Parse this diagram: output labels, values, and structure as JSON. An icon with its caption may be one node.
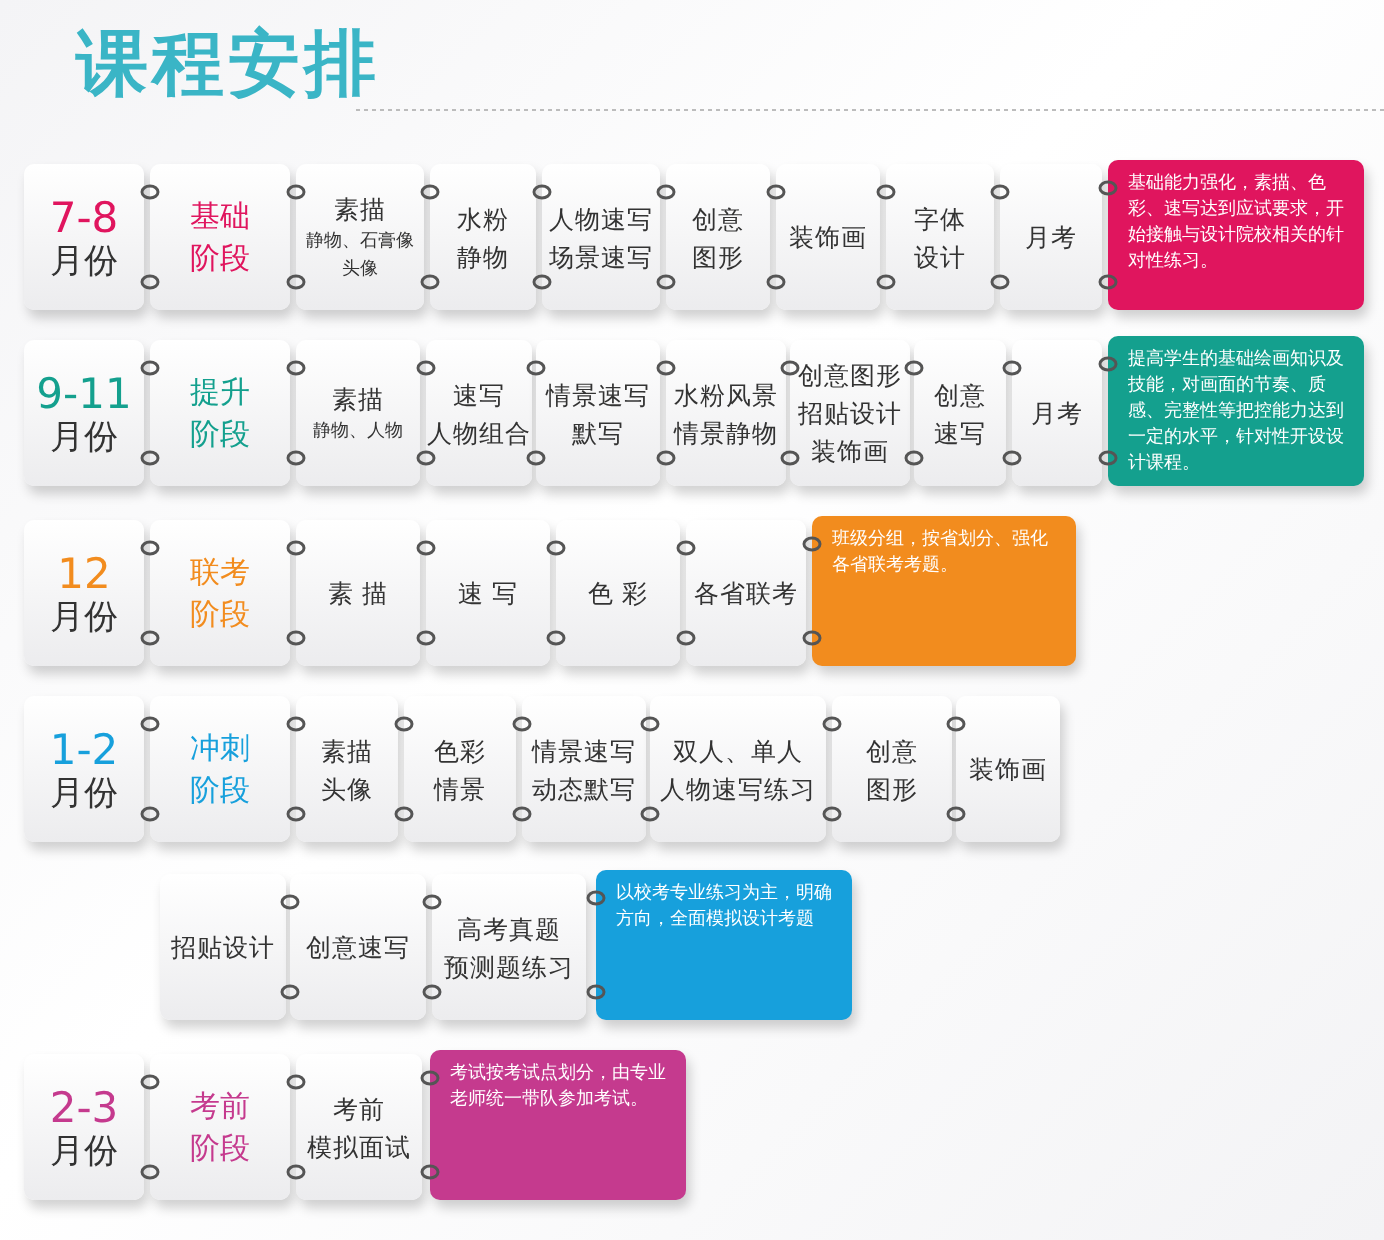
{
  "diagram": {
    "title": "课程安排",
    "nodes": [
      {
        "text": [
          "7-8",
          "月份"
        ]
      },
      {
        "text": [
          "基础阶段"
        ]
      },
      {
        "text": [
          "素描",
          "静物、石膏像头像"
        ]
      },
      {
        "text": [
          "水粉静物"
        ]
      },
      {
        "text": [
          "人物速写",
          "场景速写"
        ]
      },
      {
        "text": [
          "创意图形"
        ]
      },
      {
        "text": [
          "装饰画"
        ]
      },
      {
        "text": [
          "字体设计"
        ]
      },
      {
        "text": [
          "月考"
        ]
      },
      {
        "text": [
          "基础能力强化，素描、色彩、速写达到应试要求，开始接触与设计院校相关的针对性练习。"
        ]
      },
      {
        "text": [
          "9-11",
          "月份"
        ]
      },
      {
        "text": [
          "提升阶段"
        ]
      },
      {
        "text": [
          "素描",
          "静物、人物"
        ]
      },
      {
        "text": [
          "速写",
          "人物组合"
        ]
      },
      {
        "text": [
          "情景速写",
          "默写"
        ]
      },
      {
        "text": [
          "水粉风景",
          "情景静物"
        ]
      },
      {
        "text": [
          "创意图形",
          "招贴设计",
          "装饰画"
        ]
      },
      {
        "text": [
          "创意速写"
        ]
      },
      {
        "text": [
          "月考"
        ]
      },
      {
        "text": [
          "提高学生的基础绘画知识及技能，对画面的节奏、质感、完整性等把控能力达到一定的水平，针对性开设设计课程。"
        ]
      },
      {
        "text": [
          "12",
          "月份"
        ]
      },
      {
        "text": [
          "联考阶段"
        ]
      },
      {
        "text": [
          "素 描"
        ]
      },
      {
        "text": [
          "速 写"
        ]
      },
      {
        "text": [
          "色 彩"
        ]
      },
      {
        "text": [
          "各省联考"
        ]
      },
      {
        "text": [
          "班级分组，按省划分、强化各省联考考题。"
        ]
      },
      {
        "text": [
          "1-2",
          "月份"
        ]
      },
      {
        "text": [
          "冲刺阶段"
        ]
      },
      {
        "text": [
          "素描头像"
        ]
      },
      {
        "text": [
          "色彩情景"
        ]
      },
      {
        "text": [
          "情景速写",
          "动态默写"
        ]
      },
      {
        "text": [
          "双人、单人",
          "人物速写练习"
        ]
      },
      {
        "text": [
          "创意图形"
        ]
      },
      {
        "text": [
          "装饰画"
        ]
      },
      {
        "text": [
          "招贴设计"
        ]
      },
      {
        "text": [
          "创意速写"
        ]
      },
      {
        "text": [
          "高考真题",
          "预测题练习"
        ]
      },
      {
        "text": [
          "以校考专业练习为主，明确方向，全面模拟设计考题"
        ]
      },
      {
        "text": [
          "2-3",
          "月份"
        ]
      },
      {
        "text": [
          "考前阶段"
        ]
      },
      {
        "text": [
          "考前",
          "模拟面试"
        ]
      },
      {
        "text": [
          "考试按考试点划分，由专业老师统一带队参加考试。"
        ]
      }
    ]
  }
}
